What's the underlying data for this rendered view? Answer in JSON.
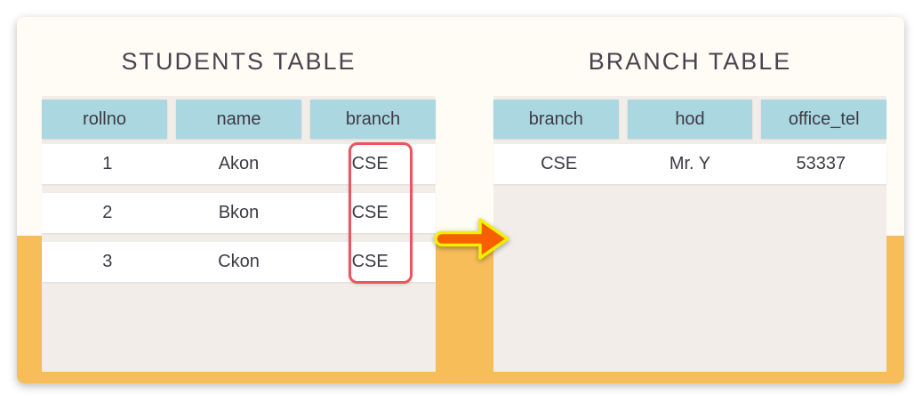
{
  "students_table": {
    "title": "STUDENTS TABLE",
    "columns": [
      "rollno",
      "name",
      "branch"
    ],
    "rows": [
      [
        "1",
        "Akon",
        "CSE"
      ],
      [
        "2",
        "Bkon",
        "CSE"
      ],
      [
        "3",
        "Ckon",
        "CSE"
      ]
    ]
  },
  "branch_table": {
    "title": "BRANCH TABLE",
    "columns": [
      "branch",
      "hod",
      "office_tel"
    ],
    "rows": [
      [
        "CSE",
        "Mr. Y",
        "53337"
      ]
    ]
  },
  "highlight": {
    "target": "branch column values",
    "color": "#ea5560"
  },
  "arrow": {
    "direction": "right",
    "fill": "#f85f00",
    "outline": "#f2f000"
  },
  "colors": {
    "card_background": "#fffcf5",
    "card_bottom_band": "#f7bd59",
    "panel_background": "#f2ede8",
    "header_cell_background": "#abd7e0",
    "row_background": "#ffffff",
    "text": "#3d3a46",
    "title_text": "#474450"
  }
}
